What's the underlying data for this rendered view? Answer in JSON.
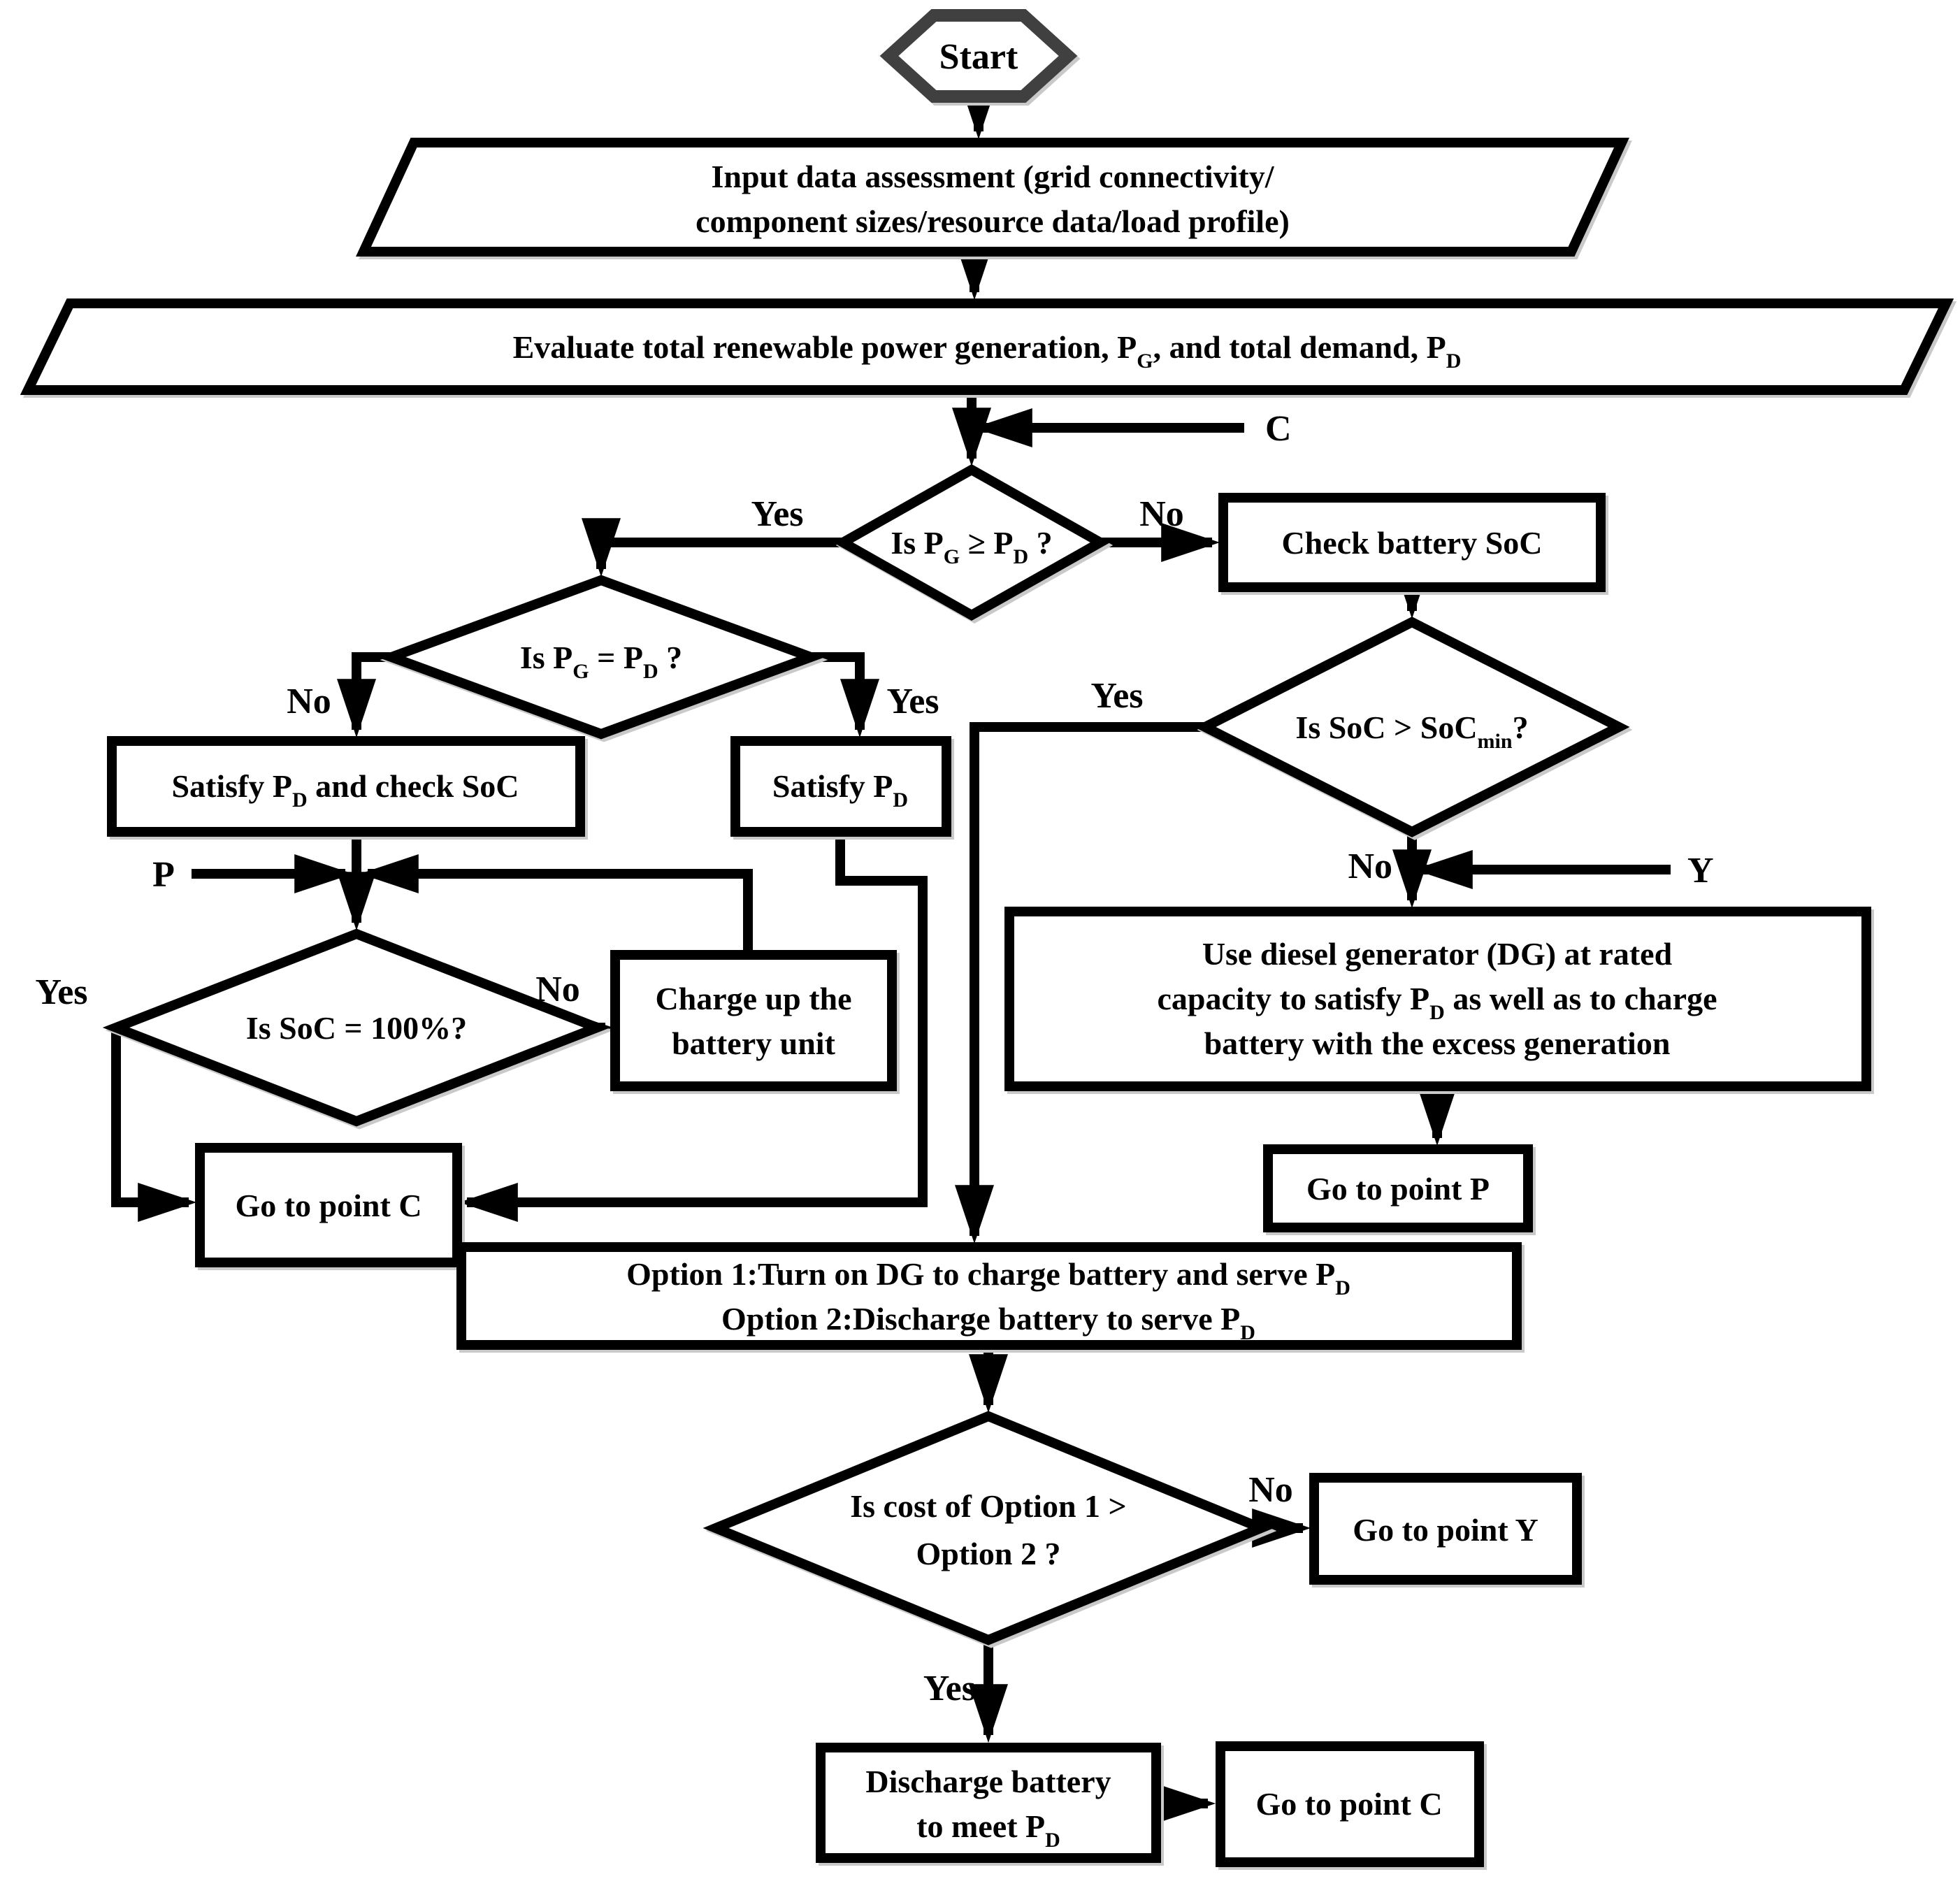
{
  "diagram_title": "Energy management flowchart",
  "colors": {
    "line": "#000000",
    "shape_fill": "#ffffff",
    "start_border": "#404040",
    "text": "#000000",
    "shadow": "#c9c9c9"
  },
  "nodes": {
    "start": {
      "shape": "hexagon",
      "label": "Start"
    },
    "input_data": {
      "shape": "parallelogram",
      "lines": [
        [
          {
            "t": "Input data assessment (grid connectivity/"
          }
        ],
        [
          {
            "t": "component sizes/resource data/load profile)"
          }
        ]
      ]
    },
    "evaluate": {
      "shape": "parallelogram",
      "line": [
        {
          "t": "Evaluate total renewable power generation, P"
        },
        {
          "t": "G",
          "sub": true
        },
        {
          "t": ", and total demand, P"
        },
        {
          "t": "D",
          "sub": true
        }
      ]
    },
    "d_pg_pd": {
      "shape": "diamond",
      "line": [
        {
          "t": "Is P"
        },
        {
          "t": "G",
          "sub": true
        },
        {
          "t": " ≥ P"
        },
        {
          "t": "D",
          "sub": true
        },
        {
          "t": " ?"
        }
      ]
    },
    "check_soc": {
      "shape": "rect",
      "label": "Check battery SoC"
    },
    "d_soc_min": {
      "shape": "diamond",
      "line": [
        {
          "t": "Is SoC > SoC"
        },
        {
          "t": "min",
          "sub": true
        },
        {
          "t": "?"
        }
      ]
    },
    "d_pg_eq_pd": {
      "shape": "diamond",
      "line": [
        {
          "t": "Is P"
        },
        {
          "t": "G",
          "sub": true
        },
        {
          "t": " = P"
        },
        {
          "t": "D",
          "sub": true
        },
        {
          "t": " ?"
        }
      ]
    },
    "satisfy_check": {
      "shape": "rect",
      "line": [
        {
          "t": "Satisfy P"
        },
        {
          "t": "D",
          "sub": true
        },
        {
          "t": " and check SoC"
        }
      ]
    },
    "satisfy_pd": {
      "shape": "rect",
      "line": [
        {
          "t": "Satisfy P"
        },
        {
          "t": "D",
          "sub": true
        }
      ]
    },
    "diesel": {
      "shape": "rect",
      "lines": [
        [
          {
            "t": "Use diesel generator (DG) at rated"
          }
        ],
        [
          {
            "t": "capacity to satisfy P"
          },
          {
            "t": "D",
            "sub": true
          },
          {
            "t": " as well as to charge"
          }
        ],
        [
          {
            "t": "battery with the excess generation"
          }
        ]
      ]
    },
    "goto_p": {
      "shape": "rect",
      "label": "Go to point P"
    },
    "d_soc_100": {
      "shape": "diamond",
      "label": "Is SoC = 100%?"
    },
    "charge_battery": {
      "shape": "rect",
      "lines_plain": [
        "Charge up the",
        "battery unit"
      ]
    },
    "goto_c1": {
      "shape": "rect",
      "label": "Go to point C"
    },
    "options": {
      "shape": "rect",
      "lines": [
        [
          {
            "t": "Option 1:Turn on DG to charge battery and serve P"
          },
          {
            "t": "D",
            "sub": true
          }
        ],
        [
          {
            "t": "Option 2:Discharge battery to serve P"
          },
          {
            "t": "D",
            "sub": true
          }
        ]
      ]
    },
    "d_cost": {
      "shape": "diamond",
      "lines_plain": [
        "Is cost of Option 1 >",
        "Option 2 ?"
      ]
    },
    "goto_y": {
      "shape": "rect",
      "label": "Go to point Y"
    },
    "discharge": {
      "shape": "rect",
      "lines": [
        [
          {
            "t": "Discharge battery"
          }
        ],
        [
          {
            "t": "to meet P"
          },
          {
            "t": "D",
            "sub": true
          }
        ]
      ]
    },
    "goto_c2": {
      "shape": "rect",
      "label": "Go to point C"
    }
  },
  "edge_labels": {
    "d_pg_pd_yes": "Yes",
    "d_pg_pd_no": "No",
    "d_pg_eq_pd_no": "No",
    "d_pg_eq_pd_yes": "Yes",
    "d_soc_min_yes": "Yes",
    "d_soc_min_no": "No",
    "d_soc_100_yes": "Yes",
    "d_soc_100_no": "No",
    "d_cost_no": "No",
    "d_cost_yes": "Yes"
  },
  "point_labels": {
    "c": "C",
    "p": "P",
    "y": "Y"
  }
}
